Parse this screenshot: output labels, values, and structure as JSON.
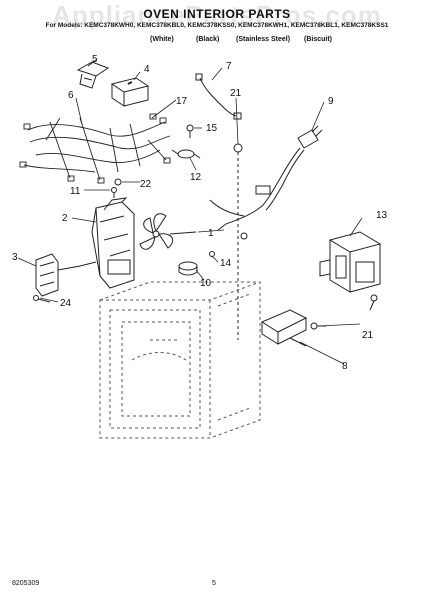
{
  "header": {
    "watermark": "AppliancePartsPros.com",
    "title": "OVEN INTERIOR PARTS",
    "models": "For Models: KEMC378KWH0, KEMC378KBL0, KEMC378KSS0, KEMC378KWH1, KEMC378KBL1, KEMC378KSS1",
    "finishes": [
      "(White)",
      "(Black)",
      "(Stainless Steel)",
      "(Biscuit)"
    ]
  },
  "callouts": [
    "1",
    "2",
    "3",
    "4",
    "5",
    "6",
    "7",
    "8",
    "9",
    "10",
    "11",
    "12",
    "13",
    "14",
    "15",
    "17",
    "21",
    "21",
    "22",
    "24"
  ],
  "footer": {
    "doc_number": "8205309",
    "page": "5"
  }
}
